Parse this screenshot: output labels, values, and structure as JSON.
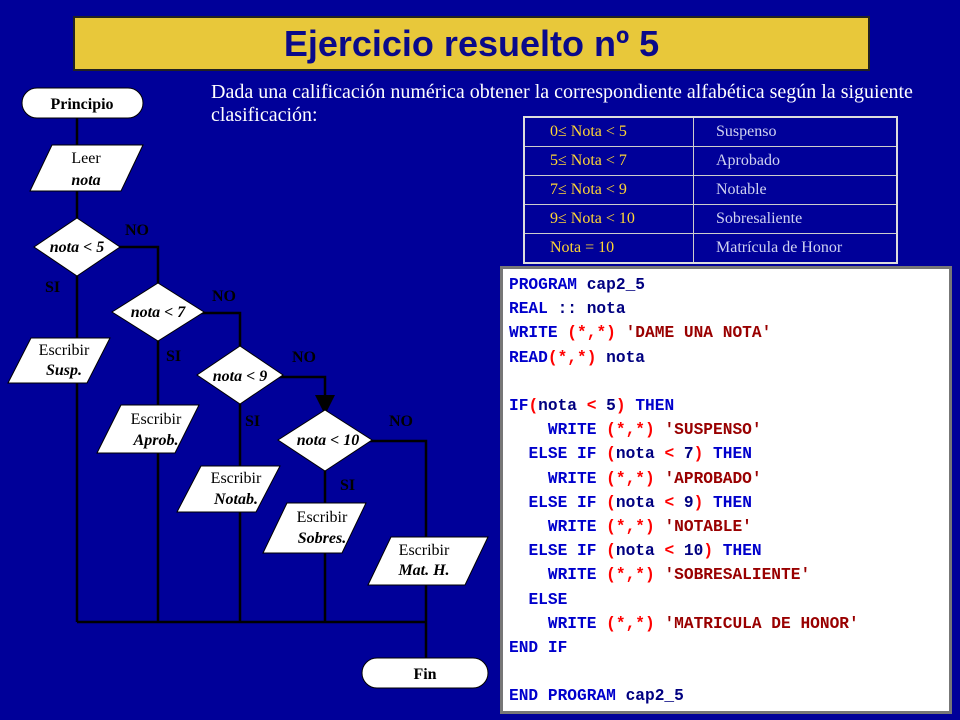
{
  "title": "Ejercicio resuelto nº 5",
  "description": "Dada una calificación numérica obtener la correspondiente alfabética según la siguiente clasificación:",
  "grades_table": [
    {
      "range": "0≤ Nota < 5",
      "label": "Suspenso"
    },
    {
      "range": "5≤ Nota < 7",
      "label": "Aprobado"
    },
    {
      "range": "7≤ Nota < 9",
      "label": "Notable"
    },
    {
      "range": "9≤ Nota < 10",
      "label": "Sobresaliente"
    },
    {
      "range": "Nota = 10",
      "label": "Matrícula de Honor"
    }
  ],
  "flowchart": {
    "start": "Principio",
    "read_verb": "Leer",
    "read_var": "nota",
    "decisions": [
      "nota < 5",
      "nota < 7",
      "nota < 9",
      "nota < 10"
    ],
    "yes_label": "SI",
    "no_label": "NO",
    "write_verb": "Escribir",
    "outputs": [
      "Susp.",
      "Aprob.",
      "Notab.",
      "Sobres.",
      "Mat. H."
    ],
    "end": "Fin"
  },
  "colors": {
    "background": "#000099",
    "title_bg": "#e8c83a",
    "code_keyword": "#0000cc",
    "code_operator": "#ff0000",
    "code_string": "#990000"
  }
}
